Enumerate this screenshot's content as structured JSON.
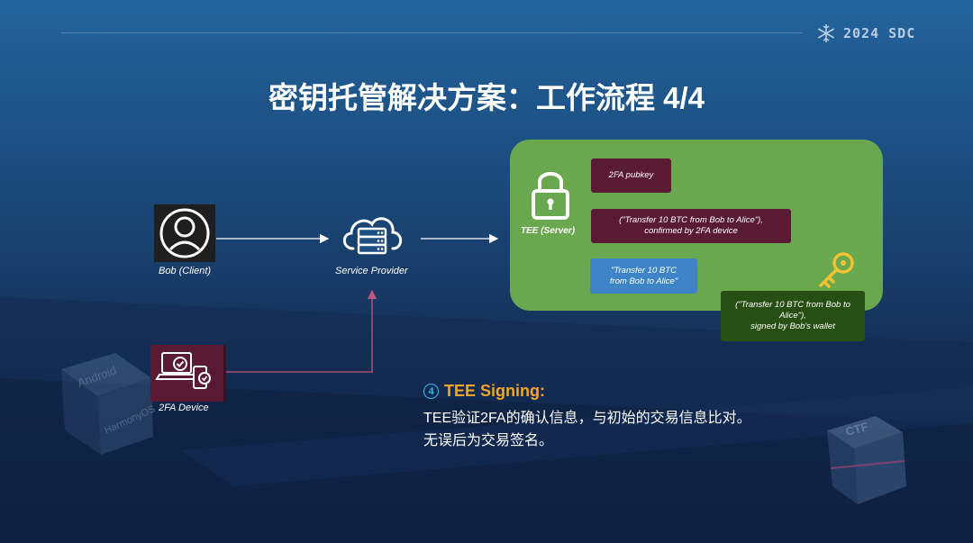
{
  "header": {
    "logo_text": "2024 SDC"
  },
  "slide": {
    "title": "密钥托管解决方案：工作流程 4/4"
  },
  "nodes": {
    "client_label": "Bob (Client)",
    "provider_label": "Service Provider",
    "device_label": "2FA Device",
    "tee_label": "TEE (Server)"
  },
  "tee_boxes": {
    "pubkey": "2FA pubkey",
    "confirmed_line1": "(\"Transfer 10 BTC from Bob to Alice\"),",
    "confirmed_line2": "confirmed by 2FA device",
    "request_line1": "\"Transfer 10 BTC",
    "request_line2": "from Bob to Alice\"",
    "signed_line1": "(\"Transfer 10 BTC from Bob to",
    "signed_line2": "Alice\"),",
    "signed_line3": "signed by Bob's wallet"
  },
  "step": {
    "number": "4",
    "heading": "TEE Signing:",
    "line1": "TEE验证2FA的确认信息，与初始的交易信息比对。",
    "line2": "无误后为交易签名。"
  },
  "background_cubes": {
    "cube1_line1": "Android",
    "cube1_line2": "HarmonyOS",
    "cube2": "CTF"
  },
  "colors": {
    "tee_green": "#6aa84f",
    "dark_red": "#5a1a33",
    "blue": "#3d85c6",
    "dark_green": "#274e13",
    "arrow_pink": "#c2577e",
    "step_orange": "#f6a623"
  }
}
